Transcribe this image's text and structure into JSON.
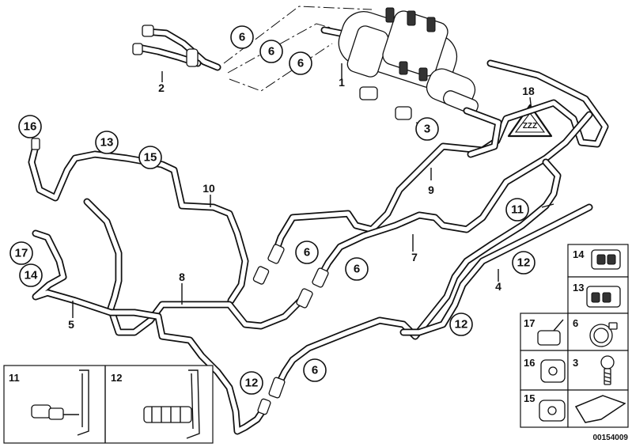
{
  "callouts": [
    {
      "id": "c6a",
      "label": "6"
    },
    {
      "id": "c6b",
      "label": "6"
    },
    {
      "id": "c6c",
      "label": "6"
    },
    {
      "id": "c3",
      "label": "3"
    },
    {
      "id": "c16",
      "label": "16"
    },
    {
      "id": "c13",
      "label": "13"
    },
    {
      "id": "c15",
      "label": "15"
    },
    {
      "id": "c17",
      "label": "17"
    },
    {
      "id": "c14",
      "label": "14"
    },
    {
      "id": "c6d",
      "label": "6"
    },
    {
      "id": "c6e",
      "label": "6"
    },
    {
      "id": "c11",
      "label": "11"
    },
    {
      "id": "c12a",
      "label": "12"
    },
    {
      "id": "c12b",
      "label": "12"
    },
    {
      "id": "c12c",
      "label": "12"
    },
    {
      "id": "c6f",
      "label": "6"
    }
  ],
  "plain_labels": [
    {
      "id": "l2",
      "label": "2"
    },
    {
      "id": "l1",
      "label": "1"
    },
    {
      "id": "l18",
      "label": "18"
    },
    {
      "id": "l9",
      "label": "9"
    },
    {
      "id": "l10",
      "label": "10"
    },
    {
      "id": "l8",
      "label": "8"
    },
    {
      "id": "l7",
      "label": "7"
    },
    {
      "id": "l4",
      "label": "4"
    },
    {
      "id": "l5",
      "label": "5"
    }
  ],
  "inset_bottom": {
    "left_label": "11",
    "right_label": "12"
  },
  "legend": {
    "cells": [
      "14",
      "13",
      "17",
      "6",
      "16",
      "3",
      "15"
    ]
  },
  "diagram_id": "00154009"
}
